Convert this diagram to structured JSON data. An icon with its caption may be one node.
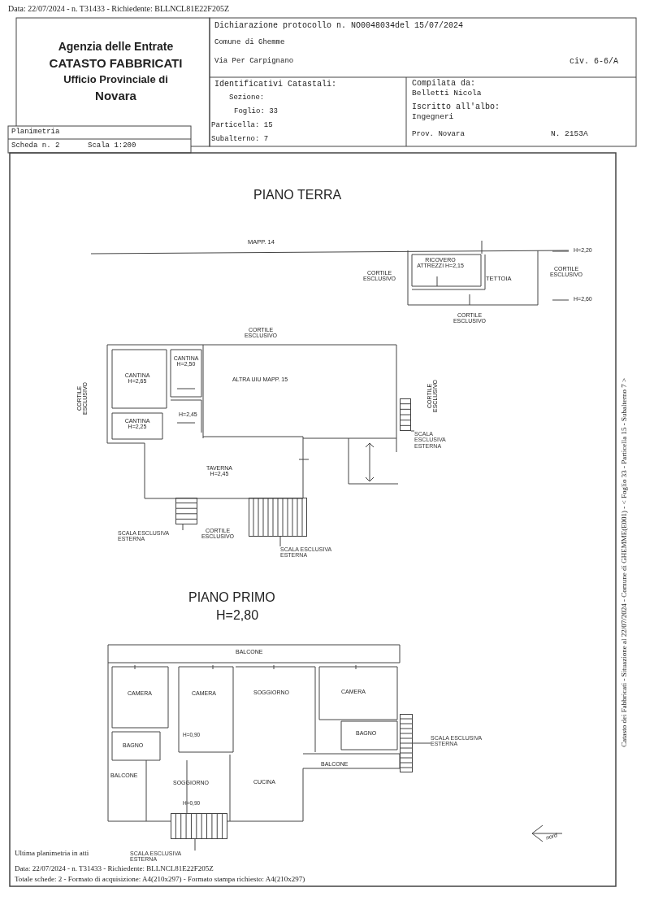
{
  "diagram": {
    "nodes": [
      {
        "text": [],
        "shape": "stairs"
      },
      {
        "text": [
          "SCALA ESCLUSIVA ESTERNA"
        ]
      },
      {
        "text": [],
        "shape": "stairs"
      },
      {
        "text": [],
        "shape": "stairs"
      },
      {
        "text": [
          "SCALA ESCLUSIVA ESTERNA"
        ]
      },
      {
        "text": [
          "SCALA ESCLUSIVA ESTERNA"
        ]
      },
      {
        "text": [],
        "shape": "stairs"
      },
      {
        "text": [
          "SCALA ESCLUSIVA ESTERNA"
        ]
      },
      {
        "text": [],
        "shape": "stairs"
      },
      {
        "text": [
          "SCALA ESCLUSIVA ESTERNA"
        ]
      }
    ],
    "edges": [
      {
        "from": 1,
        "to": 0,
        "arrow": "none"
      },
      {
        "from": 4,
        "to": 2,
        "arrow": "none"
      },
      {
        "from": 5,
        "to": 3,
        "arrow": "none"
      },
      {
        "from": 7,
        "to": 6,
        "arrow": "none"
      },
      {
        "from": 9,
        "to": 8,
        "arrow": "none"
      }
    ],
    "labels": [
      "Data: 22/07/2024 - n. T31433 - Richiedente: BLLNCL81E22F205Z",
      "Agenzia delle Entrate",
      "CATASTO FABBRICATI",
      "Ufficio Provinciale di",
      "Novara",
      "Dichiarazione protocollo n. NO0048034del 15/07/2024",
      "Comune di Ghemme",
      "Via Per Carpignano",
      "civ. 6-6/A",
      "Identificativi Catastali:",
      "Sezione:",
      "Foglio: 33",
      "Particella: 15",
      "Subalterno: 7",
      "Compilata da:",
      "Belletti Nicola",
      "Iscritto all'albo:",
      "Ingegneri",
      "Prov. Novara",
      "N. 2153A",
      "Planimetria",
      "Scheda n. 2",
      "Scala 1:200",
      "PIANO TERRA",
      "MAPP. 14",
      "H=2,20",
      "CORTILE ESCLUSIVO",
      "RICOVERO ATTREZZI H=2,15",
      "TETTOIA",
      "CORTILE ESCLUSIVO",
      "H=2,60",
      "CORTILE ESCLUSIVO",
      "CORTILE ESCLUSIVO",
      "CANTINA H=2,50",
      "CANTINA H=2,65",
      "ALTRA UIU MAPP. 15",
      "CORTILE ESCLUSIVO",
      "CORTILE ESCLUSIVO",
      "H=2,45",
      "CANTINA H=2,25",
      "TAVERNA H=2,45",
      "CORTILE ESCLUSIVO",
      "PIANO PRIMO",
      "H=2,80",
      "BALCONE",
      "CAMERA",
      "CAMERA",
      "SOGGIORNO",
      "CAMERA",
      "H=0,90",
      "BAGNO",
      "BAGNO",
      "BALCONE",
      "BALCONE",
      "SOGGIORNO",
      "CUCINA",
      "H=0,90",
      "nord",
      "Ultima planimetria in atti",
      "Data: 22/07/2024 - n. T31433 - Richiedente: BLLNCL81E22F205Z",
      "Totale schede: 2 - Formato di acquisizione: A4(210x297) - Formato stampa richiesto: A4(210x297)",
      "Catasto dei Fabbricati - Situazione al 22/07/2024 - Comune di GHEMME(E001) - < Foglio 33 - Particella 15 - Subalterno 7 >"
    ]
  }
}
